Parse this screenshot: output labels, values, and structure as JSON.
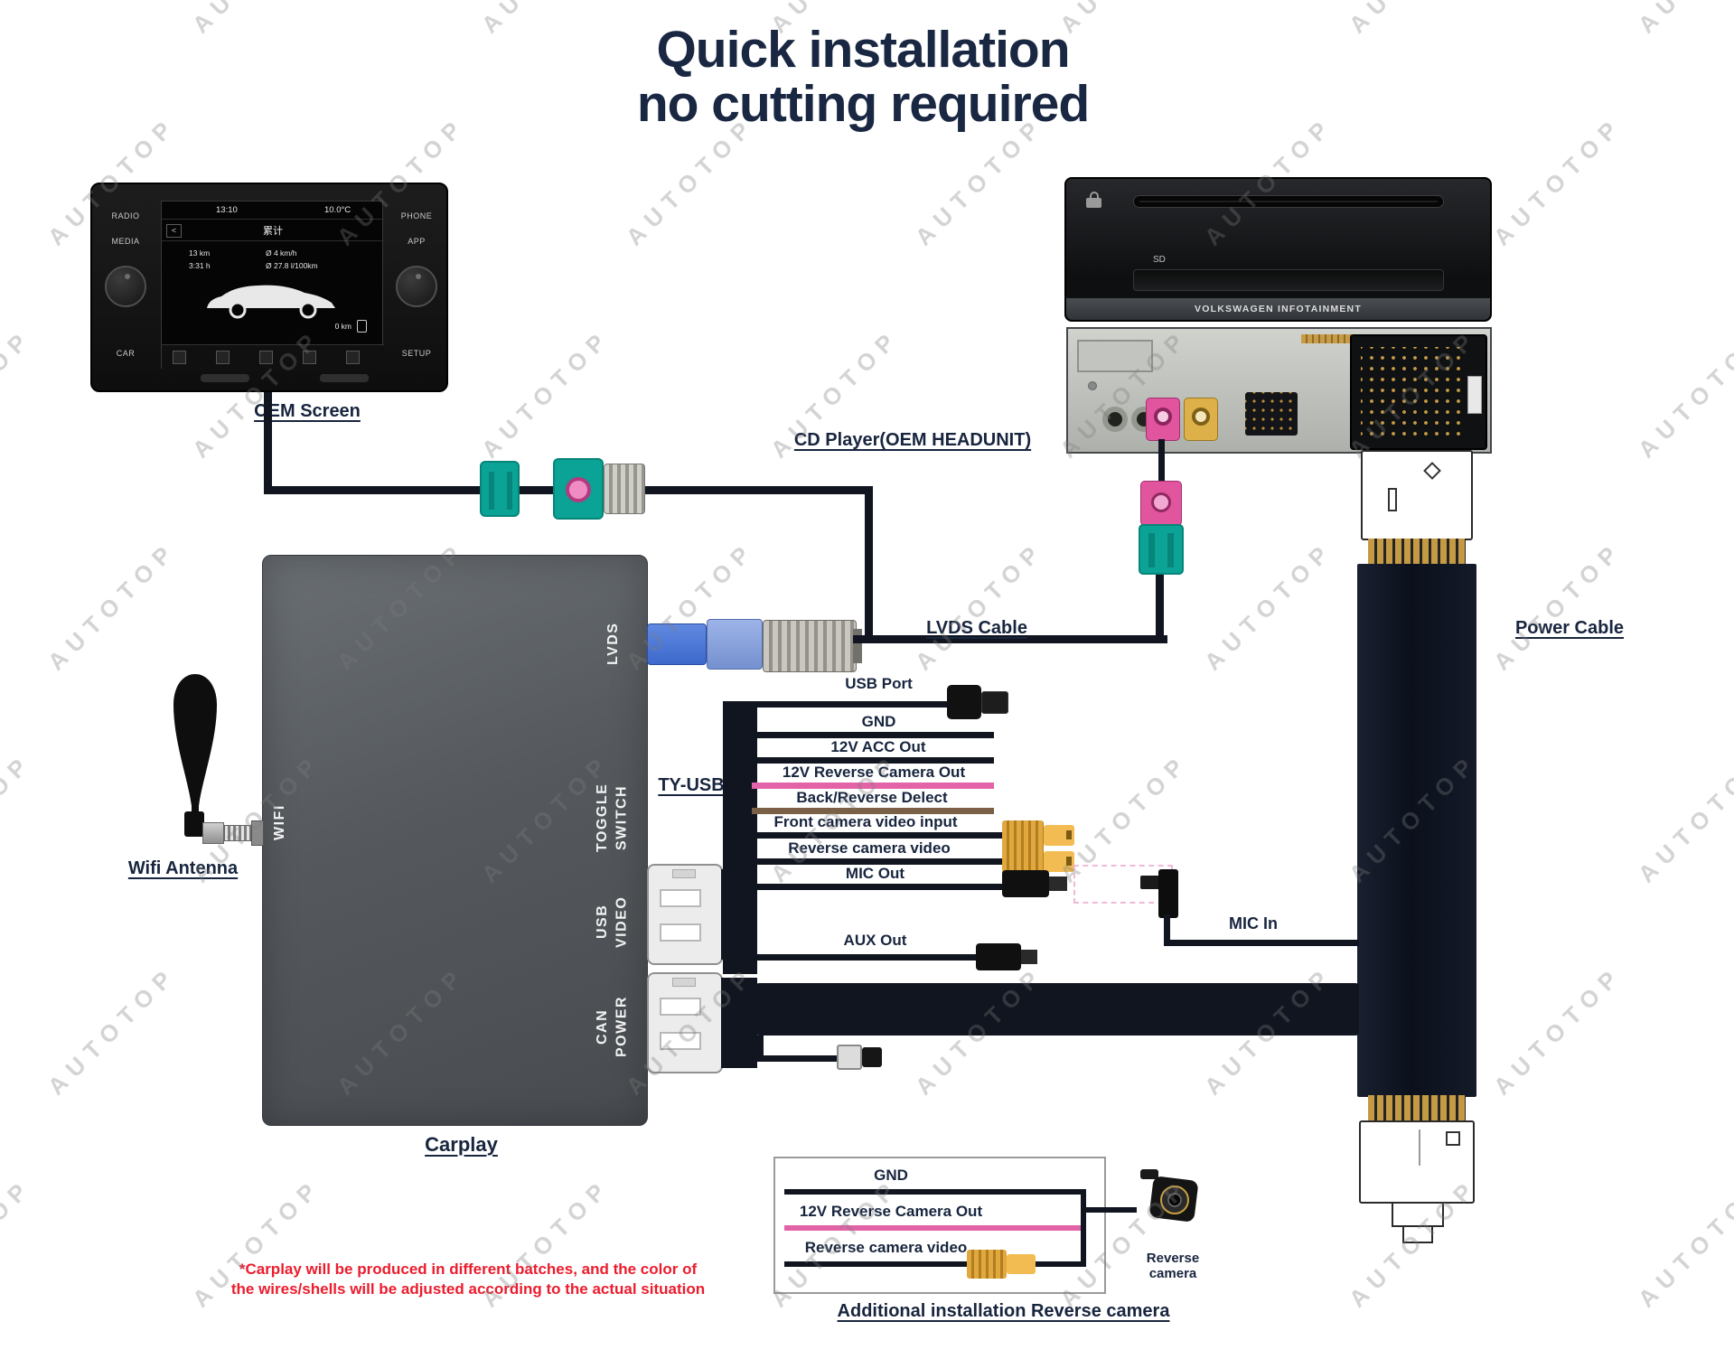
{
  "title": {
    "line1": "Quick installation",
    "line2": "no cutting required"
  },
  "watermark": "AUTOTOP",
  "oem_screen": {
    "label": "OEM Screen",
    "buttons": {
      "radio": "RADIO",
      "media": "MEDIA",
      "car": "CAR",
      "phone": "PHONE",
      "app": "APP",
      "setup": "SETUP"
    },
    "display": {
      "time": "13:10",
      "temp": "10.0°C",
      "back": "<",
      "trip_title": "累计",
      "dist": "13 km",
      "duration": "3:31 h",
      "avg_speed": "Ø 4 km/h",
      "avg_consumption": "Ø 27.8 l/100km",
      "range": "0 km"
    }
  },
  "cd_player": {
    "label": "CD Player(OEM HEADUNIT)",
    "sd": "SD",
    "brand": "VOLKSWAGEN INFOTAINMENT"
  },
  "carplay": {
    "label": "Carplay",
    "ports": {
      "lvds": "LVDS",
      "toggle": "TOGGLE\nSWITCH",
      "usb_video": "USB\nVIDEO",
      "can_power": "CAN\nPOWER",
      "wifi": "WIFI"
    }
  },
  "cables": {
    "lvds": "LVDS Cable",
    "power": "Power Cable",
    "ty_usb": "TY-USB"
  },
  "wifi_antenna_label": "Wifi Antenna",
  "wires": {
    "usb_port": "USB Port",
    "gnd": "GND",
    "acc_out": "12V ACC Out",
    "reverse_12v": "12V Reverse Camera Out",
    "back_detect": "Back/Reverse Delect",
    "front_cam": "Front camera video input",
    "reverse_video": "Reverse camera video",
    "mic_out": "MIC Out",
    "mic_in": "MIC In",
    "aux_out": "AUX Out"
  },
  "additional": {
    "gnd": "GND",
    "reverse_12v": "12V Reverse Camera Out",
    "reverse_video": "Reverse camera video",
    "camera_label": "Reverse camera",
    "title": "Additional installation Reverse camera"
  },
  "footnote": {
    "line1": "*Carplay will be produced in different batches, and the color of",
    "line2": "the wires/shells will be adjusted according to the actual situation"
  },
  "colors": {
    "navy": "#18253e",
    "wire_black": "#10151f",
    "wire_pink": "#e263a8",
    "wire_brown": "#7a6046",
    "teal_connector": "#0aa396",
    "pink_connector": "#e0559e",
    "blue_connector": "#3f6fd0",
    "rca_yellow": "#eeb04a",
    "footnote_red": "#ec1c2d"
  }
}
